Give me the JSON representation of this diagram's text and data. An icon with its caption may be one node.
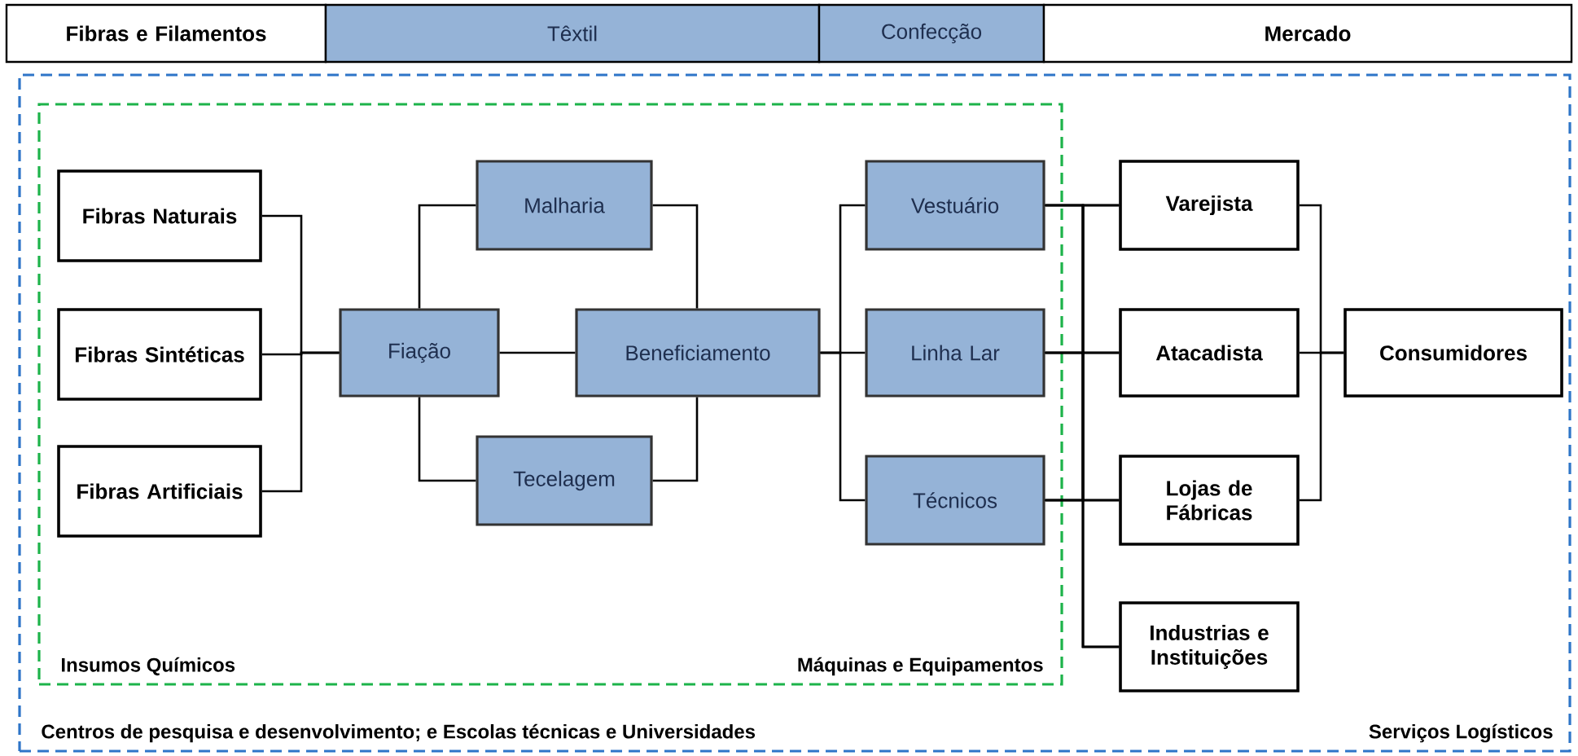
{
  "diagram": {
    "nodes": [
      {
        "text": [
          "Fibras e Filamentos"
        ]
      },
      {
        "text": [
          "Têxtil"
        ]
      },
      {
        "text": [
          "Confecção"
        ]
      },
      {
        "text": [
          "Mercado"
        ]
      },
      {
        "text": [
          "Centros de pesquisa e desenvolvimento; e Escolas técnicas e Universidades",
          "Serviços Logísticos"
        ]
      },
      {
        "text": [
          "Insumos Químicos",
          "Máquinas e Equipamentos"
        ],
        "in": 4
      },
      {
        "text": [
          "Fibras Naturais"
        ],
        "in": 5
      },
      {
        "text": [
          "Fibras Sintéticas"
        ],
        "in": 5
      },
      {
        "text": [
          "Fibras Artificiais"
        ],
        "in": 5
      },
      {
        "text": [
          "Fiação"
        ],
        "in": 5
      },
      {
        "text": [
          "Malharia"
        ],
        "in": 5
      },
      {
        "text": [
          "Tecelagem"
        ],
        "in": 5
      },
      {
        "text": [
          "Beneficiamento"
        ],
        "in": 5
      },
      {
        "text": [
          "Vestuário"
        ],
        "in": 5
      },
      {
        "text": [
          "Linha Lar"
        ],
        "in": 5
      },
      {
        "text": [
          "Técnicos"
        ],
        "in": 5
      },
      {
        "text": [
          "Varejista"
        ],
        "in": 4
      },
      {
        "text": [
          "Atacadista"
        ],
        "in": 4
      },
      {
        "text": [
          "Lojas de Fábricas"
        ],
        "in": 4
      },
      {
        "text": [
          "Industrias e Instituições"
        ],
        "in": 4
      },
      {
        "text": [
          "Consumidores"
        ],
        "in": 4
      }
    ],
    "edges": [
      {
        "from": 6,
        "to": 9,
        "arrow": "none"
      },
      {
        "from": 7,
        "to": 9,
        "arrow": "none"
      },
      {
        "from": 8,
        "to": 9,
        "arrow": "none"
      },
      {
        "from": 9,
        "to": 10,
        "arrow": "none"
      },
      {
        "from": 9,
        "to": 12,
        "arrow": "none"
      },
      {
        "from": 9,
        "to": 11,
        "arrow": "none"
      },
      {
        "from": 10,
        "to": 12,
        "arrow": "none"
      },
      {
        "from": 11,
        "to": 12,
        "arrow": "none"
      },
      {
        "from": 12,
        "to": 13,
        "arrow": "none"
      },
      {
        "from": 12,
        "to": 14,
        "arrow": "none"
      },
      {
        "from": 12,
        "to": 15,
        "arrow": "none"
      },
      {
        "from": 13,
        "to": 16,
        "arrow": "none"
      },
      {
        "from": 13,
        "to": 17,
        "arrow": "none"
      },
      {
        "from": 13,
        "to": 18,
        "arrow": "none"
      },
      {
        "from": 13,
        "to": 19,
        "arrow": "none"
      },
      {
        "from": 14,
        "to": 16,
        "arrow": "none"
      },
      {
        "from": 14,
        "to": 17,
        "arrow": "none"
      },
      {
        "from": 14,
        "to": 18,
        "arrow": "none"
      },
      {
        "from": 14,
        "to": 19,
        "arrow": "none"
      },
      {
        "from": 15,
        "to": 16,
        "arrow": "none"
      },
      {
        "from": 15,
        "to": 17,
        "arrow": "none"
      },
      {
        "from": 15,
        "to": 18,
        "arrow": "none"
      },
      {
        "from": 15,
        "to": 19,
        "arrow": "none"
      },
      {
        "from": 16,
        "to": 20,
        "arrow": "none"
      },
      {
        "from": 17,
        "to": 20,
        "arrow": "none"
      },
      {
        "from": 18,
        "to": 20,
        "arrow": "none"
      }
    ]
  }
}
